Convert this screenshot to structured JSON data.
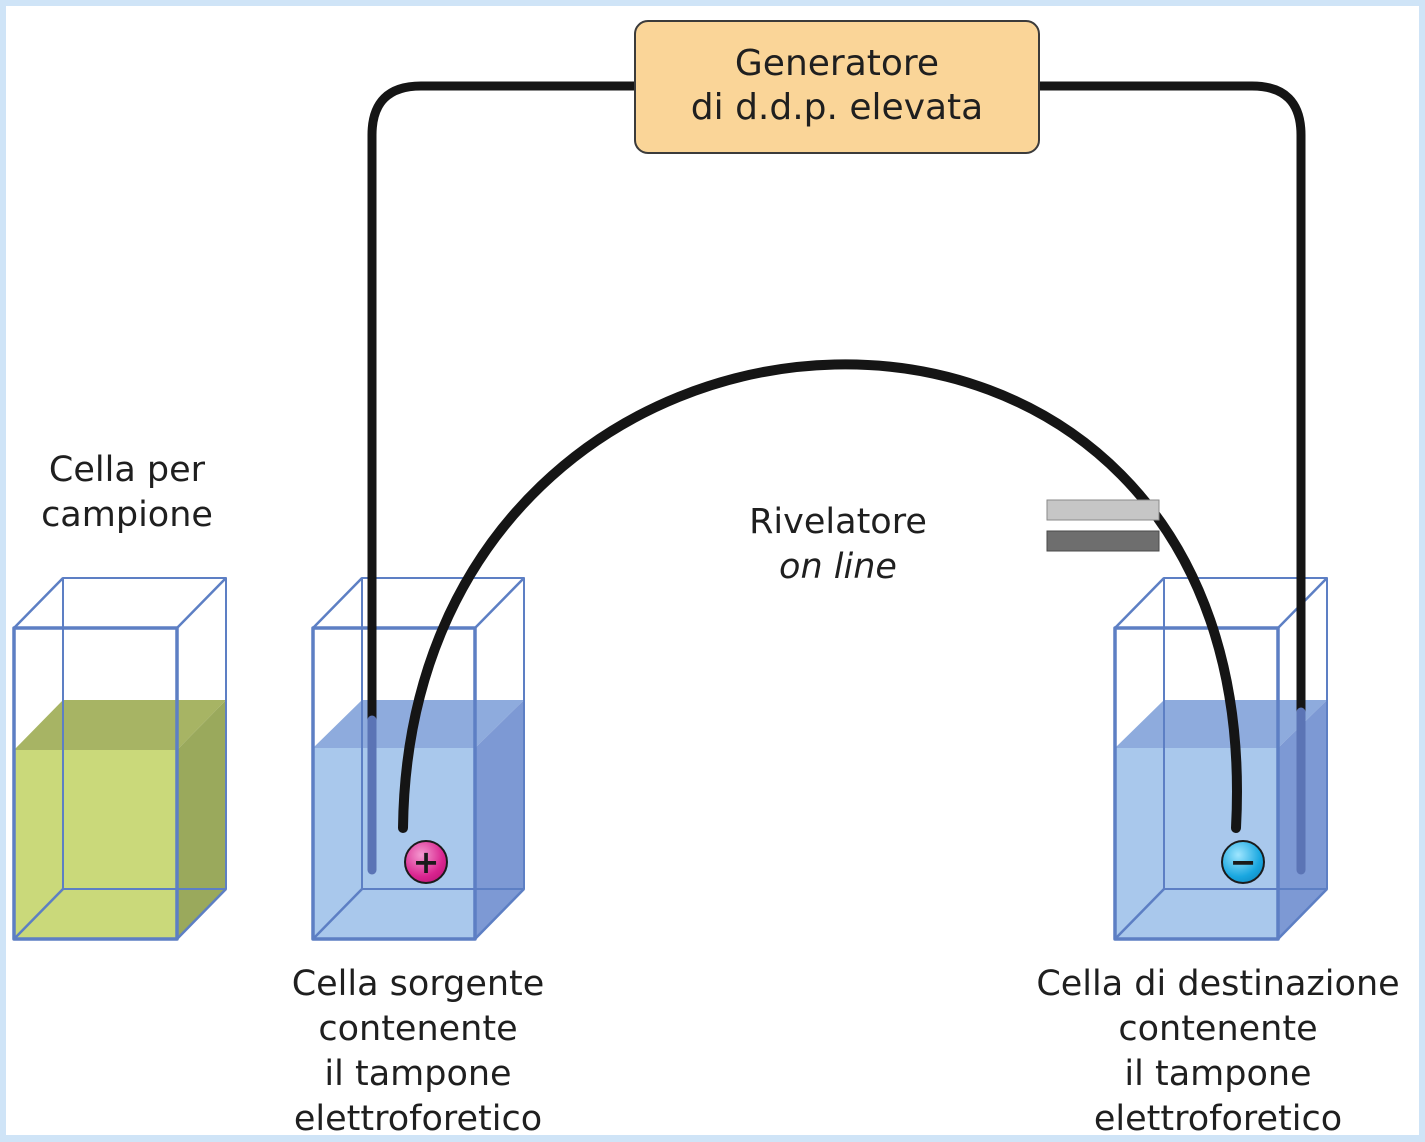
{
  "generator": {
    "line1": "Generatore",
    "line2": "di d.d.p. elevata"
  },
  "sample_cell": {
    "line1": "Cella per",
    "line2": "campione"
  },
  "detector": {
    "line1": "Rivelatore",
    "line2": "on line"
  },
  "source_cell": {
    "line1": "Cella sorgente",
    "line2": "contenente",
    "line3": "il tampone",
    "line4": "elettroforetico"
  },
  "destination_cell": {
    "line1": "Cella di destinazione",
    "line2": "contenente",
    "line3": "il tampone",
    "line4": "elettroforetico"
  },
  "electrodes": {
    "anode_symbol": "+",
    "cathode_symbol": "−"
  },
  "colors": {
    "sample_liquid": "#cad97a",
    "buffer_liquid": "#a9c8ec",
    "glass_edge": "#5d7fc4",
    "wire": "#151515",
    "generator_fill": "#fad598",
    "anode": "#d9248f",
    "cathode": "#19a7e0"
  }
}
